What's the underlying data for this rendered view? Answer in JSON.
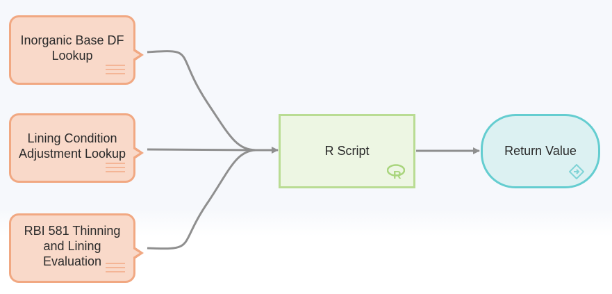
{
  "nodes": {
    "lookup_1": {
      "label": "Inorganic Base DF Lookup"
    },
    "lookup_2": {
      "label": "Lining Condition Adjustment Lookup"
    },
    "lookup_3": {
      "label": "RBI 581 Thinning and Lining Evaluation"
    },
    "script": {
      "label": "R Script",
      "icon": "r-language-icon"
    },
    "return": {
      "label": "Return Value",
      "icon": "return-diamond-icon"
    }
  },
  "colors": {
    "lookup_fill": "#f9d9c9",
    "lookup_border": "#f1a882",
    "script_fill": "#edf6e3",
    "script_border": "#b9dc93",
    "return_fill": "#dcf1f2",
    "return_border": "#64cdd0",
    "connector": "#8f8f8f"
  }
}
